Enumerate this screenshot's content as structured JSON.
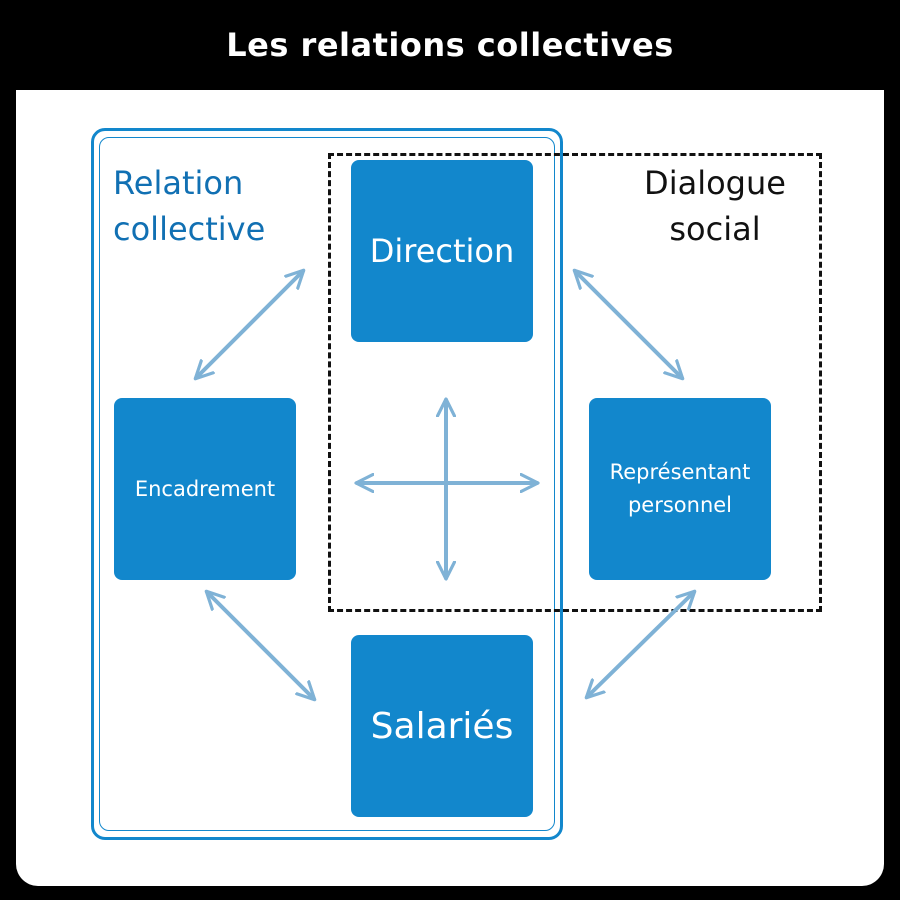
{
  "title": "Les relations collectives",
  "groups": {
    "relation_collective": {
      "line1": "Relation",
      "line2": "collective"
    },
    "dialogue_social": {
      "line1": "Dialogue",
      "line2": "social"
    }
  },
  "nodes": {
    "direction": "Direction",
    "encadrement": "Encadrement",
    "representant": {
      "line1": "Représentant",
      "line2": "personnel"
    },
    "salaries": "Salariés"
  },
  "colors": {
    "node": "#1287cc",
    "group_border": "#1287cc",
    "arrow": "#7fb2d6",
    "dashed_border": "#111111"
  }
}
